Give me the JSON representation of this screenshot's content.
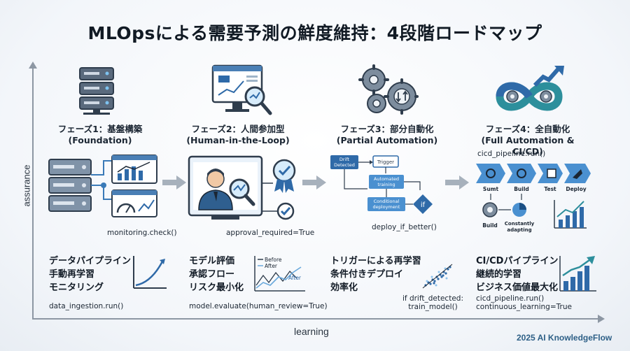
{
  "title": "MLOpsによる需要予測の鮮度維持：4段階ロードマップ",
  "axes": {
    "y_label": "assurance",
    "x_label": "learning"
  },
  "credit": "2025 AI KnowledgeFlow",
  "phases": [
    {
      "title": "フェーズ1：基盤構築",
      "subtitle": "(Foundation)",
      "call": "monitoring.check()",
      "features": [
        "データパイプライン",
        "手動再学習",
        "モニタリング"
      ],
      "code": "data_ingestion.run()"
    },
    {
      "title": "フェーズ2：人間参加型",
      "subtitle": "(Human-in-the-Loop)",
      "call": "approval_required=True",
      "features": [
        "モデル評価",
        "承認フロー",
        "リスク最小化"
      ],
      "code": "model.evaluate(human_review=True)",
      "legend": [
        "Before",
        "After",
        "After"
      ]
    },
    {
      "title": "フェーズ3：部分自動化",
      "subtitle": "(Partial Automation)",
      "call": "deploy_if_better()",
      "features": [
        "トリガーによる再学習",
        "条件付きデプロイ",
        "効率化"
      ],
      "code_lines": [
        "if drift_detected:",
        "train_model()"
      ],
      "flow": [
        "Drift Detected",
        "Trigger",
        "Automated training",
        "Conditional deployment",
        "if"
      ]
    },
    {
      "title": "フェーズ4：全自動化",
      "subtitle": "(Full Automation & CI/CD)",
      "call": "cicd_pipeline.run()",
      "features": [
        "CI/CDパイプライン",
        "継続的学習",
        "ビジネス価値最大化"
      ],
      "code_lines": [
        "cicd_pipeline.run()",
        "continuous_learning=True"
      ],
      "pipeline": [
        "Sumt",
        "Build",
        "Test",
        "Deploy"
      ],
      "loop": [
        "Build",
        "Constantly adapting"
      ]
    }
  ]
}
